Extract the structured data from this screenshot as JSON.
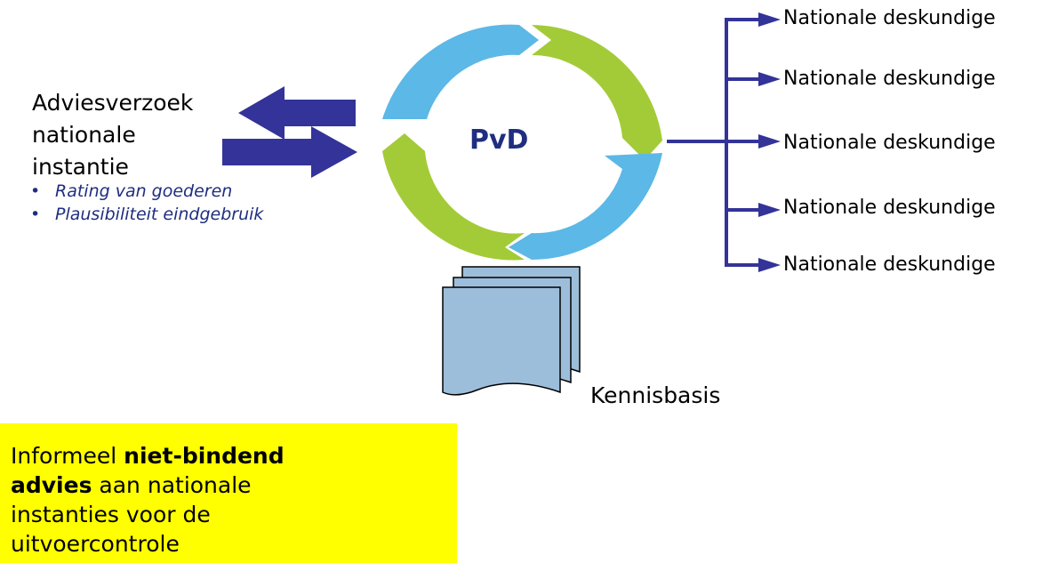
{
  "colors": {
    "arrow_navy": "#333399",
    "text_navy": "#1F2E80",
    "cycle_blue": "#5CB8E6",
    "cycle_green": "#A3CB38",
    "doc_fill": "#9DBEDB",
    "highlight": "#FFFF00"
  },
  "request": {
    "lines": [
      "Adviesverzoek",
      "nationale",
      "instantie"
    ],
    "bullets": [
      "Rating van goederen",
      "Plausibiliteit eindgebruik"
    ]
  },
  "center": {
    "label": "PvD"
  },
  "experts": [
    "Nationale deskundige",
    "Nationale deskundige",
    "Nationale deskundige",
    "Nationale deskundige",
    "Nationale deskundige"
  ],
  "knowledge_base": {
    "label": "Kennisbasis"
  },
  "advice_box": {
    "prefix": "Informeel",
    "bold_line1": "niet-bindend",
    "bold_line2": "advies",
    "rest_line2": "aan nationale",
    "line3": "instanties voor de",
    "line4": "uitvoercontrole"
  }
}
